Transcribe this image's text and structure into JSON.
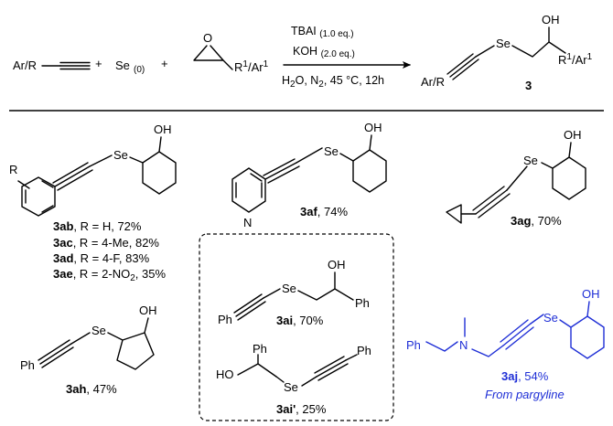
{
  "reaction": {
    "reagent_alkyne": "Ar/R",
    "plus1": "+",
    "selenium": "Se",
    "selenium_state": "(0)",
    "plus2": "+",
    "epoxide_o": "O",
    "epoxide_sub": "R",
    "epoxide_sub_sup": "1",
    "epoxide_sub_tail": "/Ar",
    "epoxide_sub_tail_sup": "1",
    "cond_line1_a": "TBAI",
    "cond_line1_b": "(1.0 eq.)",
    "cond_line2_a": "KOH",
    "cond_line2_b": "(2.0 eq.)",
    "cond_line3_a": "H",
    "cond_line3_b": "2",
    "cond_line3_c": "O, N",
    "cond_line3_d": "2",
    "cond_line3_e": ", 45 °C, 12h",
    "product_se": "Se",
    "product_oh": "OH",
    "product_ar": "Ar/R",
    "product_r": "R",
    "product_r_sup": "1",
    "product_r_tail": "/Ar",
    "product_r_tail_sup": "1",
    "product_number": "3"
  },
  "compounds": {
    "c3ab_R": "R",
    "c3ab_se": "Se",
    "c3ab_oh": "OH",
    "c3ab_lines": [
      {
        "id": "3ab",
        "text": ", R = H, 72%"
      },
      {
        "id": "3ac",
        "text": ", R = 4-Me, 82%"
      },
      {
        "id": "3ad",
        "text": ", R = 4-F, 83%"
      },
      {
        "id": "3ae",
        "text": ", R = 2-NO",
        "sub": "2",
        "tail": ", 35%"
      }
    ],
    "c3af_se": "Se",
    "c3af_oh": "OH",
    "c3af_n": "N",
    "c3af_id": "3af",
    "c3af_yield": ", 74%",
    "c3ag_se": "Se",
    "c3ag_oh": "OH",
    "c3ag_id": "3ag",
    "c3ag_yield": ", 70%",
    "c3ah_ph": "Ph",
    "c3ah_se": "Se",
    "c3ah_oh": "OH",
    "c3ah_id": "3ah",
    "c3ah_yield": ", 47%",
    "c3ai_se": "Se",
    "c3ai_oh": "OH",
    "c3ai_ph1": "Ph",
    "c3ai_ph2": "Ph",
    "c3ai_id": "3ai",
    "c3ai_yield": ", 70%",
    "c3aip_ph1": "Ph",
    "c3aip_ph2": "Ph",
    "c3aip_ho": "HO",
    "c3aip_se": "Se",
    "c3aip_id": "3ai'",
    "c3aip_yield": ", 25%",
    "c3aj_ph": "Ph",
    "c3aj_n": "N",
    "c3aj_se": "Se",
    "c3aj_oh": "OH",
    "c3aj_id": "3aj",
    "c3aj_yield": ", 54%",
    "c3aj_note": "From pargyline"
  },
  "colors": {
    "highlight": "#1f2fd6",
    "ink": "#000000"
  }
}
